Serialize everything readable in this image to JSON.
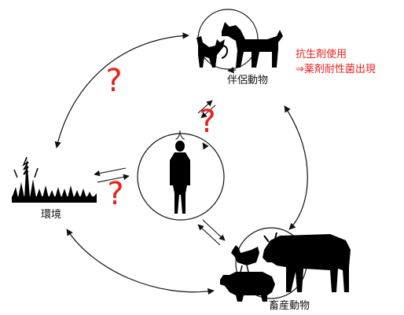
{
  "nodes": {
    "human": "人",
    "companion": "伴侶動物",
    "livestock": "畜産動物",
    "environment": "環境"
  },
  "note": {
    "line1": "抗生剤使用",
    "line2": "⇒薬剤耐性菌出現",
    "color": "#e8231e"
  },
  "question_mark": "?",
  "colors": {
    "ink": "#111111",
    "silhouette": "#000000",
    "accent": "#e8231e"
  }
}
